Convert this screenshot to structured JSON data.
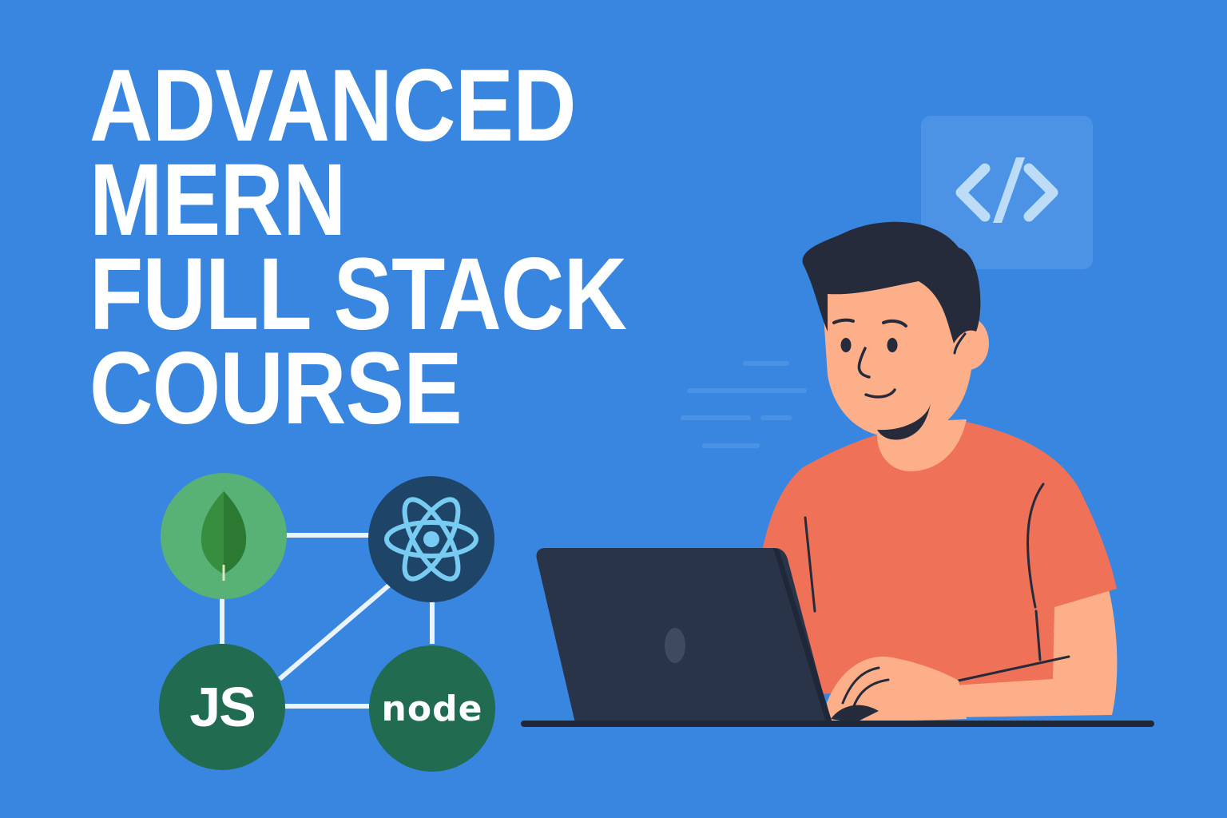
{
  "thumbnail": {
    "title_lines": [
      "ADVANCED",
      "MERN",
      "FULL STACK",
      "COURSE"
    ],
    "background_color": "#3886e0"
  },
  "code_badge": {
    "icon": "code-brackets-icon",
    "glyph": "</>"
  },
  "tech_stack": {
    "nodes": [
      {
        "name": "MongoDB",
        "icon": "leaf-icon",
        "bg": "#58b276"
      },
      {
        "name": "React",
        "icon": "atom-icon",
        "bg": "#1e4468"
      },
      {
        "name": "JavaScript",
        "label": "JS",
        "bg": "#216b50"
      },
      {
        "name": "Node.js",
        "label": "node",
        "bg": "#216b50"
      }
    ],
    "connector_color": "#eaf4ff"
  },
  "illustration": {
    "subject": "developer-at-laptop",
    "shirt_color": "#ee7158",
    "skin_color": "#fdaf8a",
    "hair_color": "#252b3b",
    "laptop_color": "#2a3449"
  }
}
